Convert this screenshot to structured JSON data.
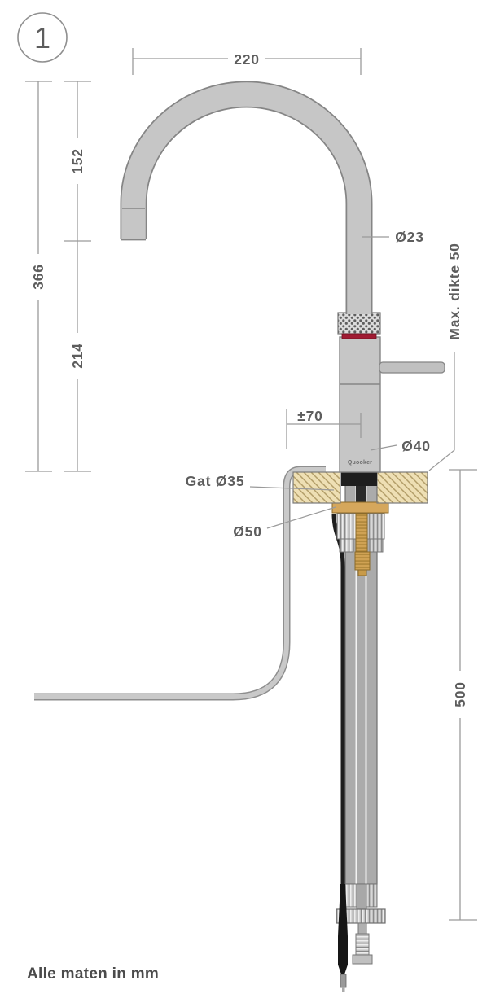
{
  "figure_label": "1",
  "footer_note": "Alle maten in mm",
  "brand_label": "Quooker",
  "dims": {
    "reach": "220",
    "spout_height": "152",
    "total_height": "366",
    "base_height": "214",
    "underside_length": "500",
    "side_play": "±70"
  },
  "labels": {
    "spout_dia": "Ø23",
    "body_dia": "Ø40",
    "hole_dia": "Gat Ø35",
    "flange_dia": "Ø50",
    "max_thickness": "Max. dikte 50"
  },
  "colors": {
    "metal_fill": "#c6c6c6",
    "metal_outline": "#858585",
    "accent_red": "#a01b33",
    "brass": "#d5a75c",
    "counter_fill": "#eedfb4",
    "hatch_line": "#b29d68",
    "dim_line": "#9a9a9a",
    "dim_text": "#5d5d5d",
    "cable_black": "#1e1e1e"
  }
}
